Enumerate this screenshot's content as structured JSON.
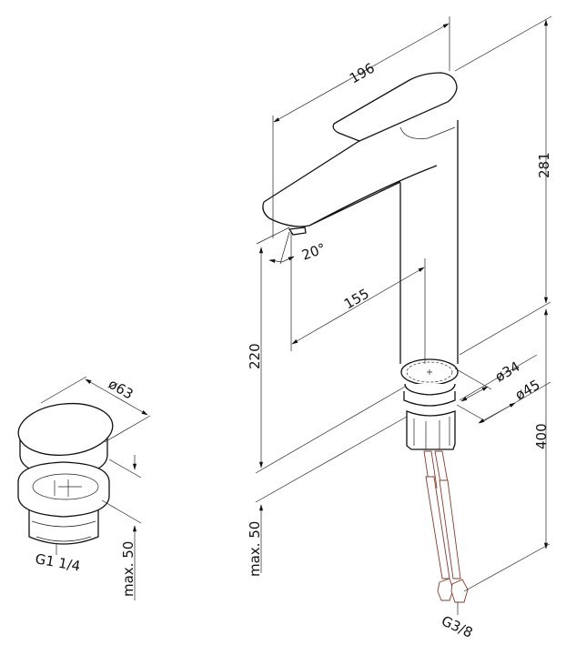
{
  "drawing": {
    "dimensions": {
      "spout_length": "196",
      "total_height": "281",
      "spout_angle": "20°",
      "spout_reach": "155",
      "spout_height": "220",
      "max_deck_thickness": "max. 50",
      "hose_length": "400",
      "body_diameter": "ø34",
      "base_diameter": "ø45",
      "hose_connection": "G3/8"
    },
    "drain": {
      "cap_diameter": "ø63",
      "max_thickness": "max. 50",
      "thread": "G1 1/4"
    },
    "colors": {
      "lines": "#111111",
      "hose": "#8a3a2a"
    }
  }
}
